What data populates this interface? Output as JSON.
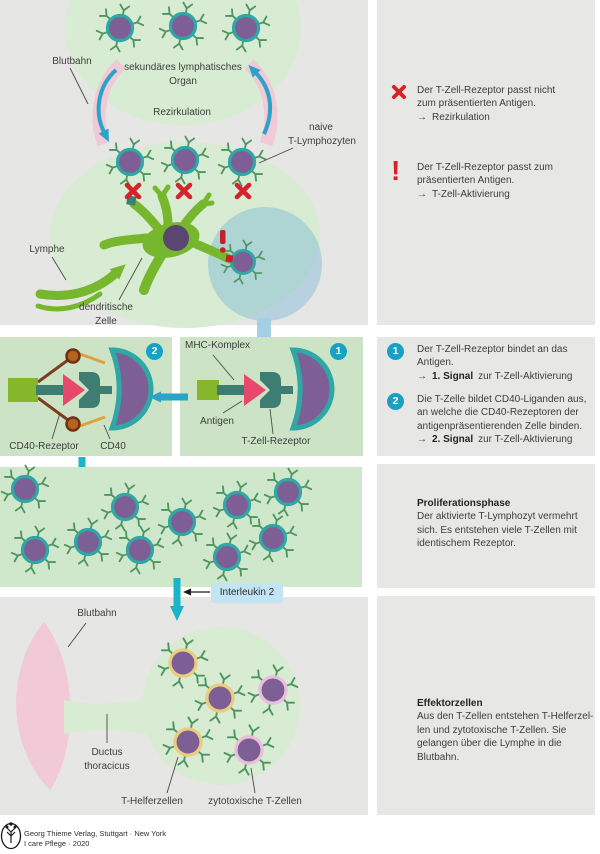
{
  "diagram": {
    "top": {
      "blutbahn": "Blutbahn",
      "organ1": "sekundäres lymphatisches",
      "organ2": "Organ",
      "rezirkulation": "Rezirkulation",
      "naive1": "naive",
      "naive2": "T-Lymphozyten",
      "lymphe": "Lymphe",
      "dendritisch1": "dendritische",
      "dendritisch2": "Zelle"
    },
    "signal": {
      "badge1": "1",
      "badge2": "2",
      "mhc": "MHC-Komplex",
      "antigen": "Antigen",
      "tzr": "T-Zell-Rezeptor",
      "cd40r": "CD40-Rezeptor",
      "cd40": "CD40"
    },
    "interleukin": "Interleukin 2",
    "bottom": {
      "blutbahn": "Blutbahn",
      "ductus1": "Ductus",
      "ductus2": "thoracicus",
      "thelfer": "T-Helferzellen",
      "zytotox": "zytotoxische T-Zellen"
    }
  },
  "notes": {
    "no_match": {
      "l1": "Der T-Zell-Rezeptor passt nicht",
      "l2": "zum präsentierten Antigen.",
      "arrow": "→",
      "result": "Rezirkulation"
    },
    "match": {
      "l1": "Der T-Zell-Rezeptor passt zum",
      "l2": "präsentierten Antigen.",
      "arrow": "→",
      "result": "T-Zell-Aktivierung"
    },
    "signal1": {
      "badge": "1",
      "l1": "Der T-Zell-Rezeptor bindet an das",
      "l2": "Antigen.",
      "arrow": "→",
      "bold": "1. Signal",
      "rest": "zur T-Zell-Aktivierung"
    },
    "signal2": {
      "badge": "2",
      "l1": "Die T-Zelle bildet CD40-Liganden aus,",
      "l2": "an welche die CD40-Rezeptoren der",
      "l3": "antigenpräsentierenden Zelle binden.",
      "arrow": "→",
      "bold": "2. Signal",
      "rest": "zur T-Zell-Aktivierung"
    },
    "proliferation": {
      "title": "Proliferationsphase",
      "l1": "Der aktivierte T-Lymphozyt vermehrt",
      "l2": "sich. Es entstehen viele T-Zellen mit",
      "l3": "identischem Rezeptor."
    },
    "effektor": {
      "title": "Effektorzellen",
      "l1": "Aus den T-Zellen entstehen T-Helferzel-",
      "l2": "len und zytotoxische T-Zellen. Sie",
      "l3": "gelangen über die Lymphe in die",
      "l4": "Blutbahn."
    }
  },
  "footer": {
    "l1": "Georg Thieme Verlag, Stuttgart · New York",
    "l2": "I care Pflege · 2020"
  },
  "colors": {
    "accent_teal": "#18a0c5",
    "red": "#d5232c",
    "cell_purple": "#7d5f96",
    "membrane_teal": "#2fa7a4",
    "green_blob": "#d7ecd2",
    "panel_green": "#cce4c5",
    "pink": "#f2c9d6",
    "gray_panel": "#e7e7e6",
    "interleukin_blue": "#c2e4f3"
  }
}
